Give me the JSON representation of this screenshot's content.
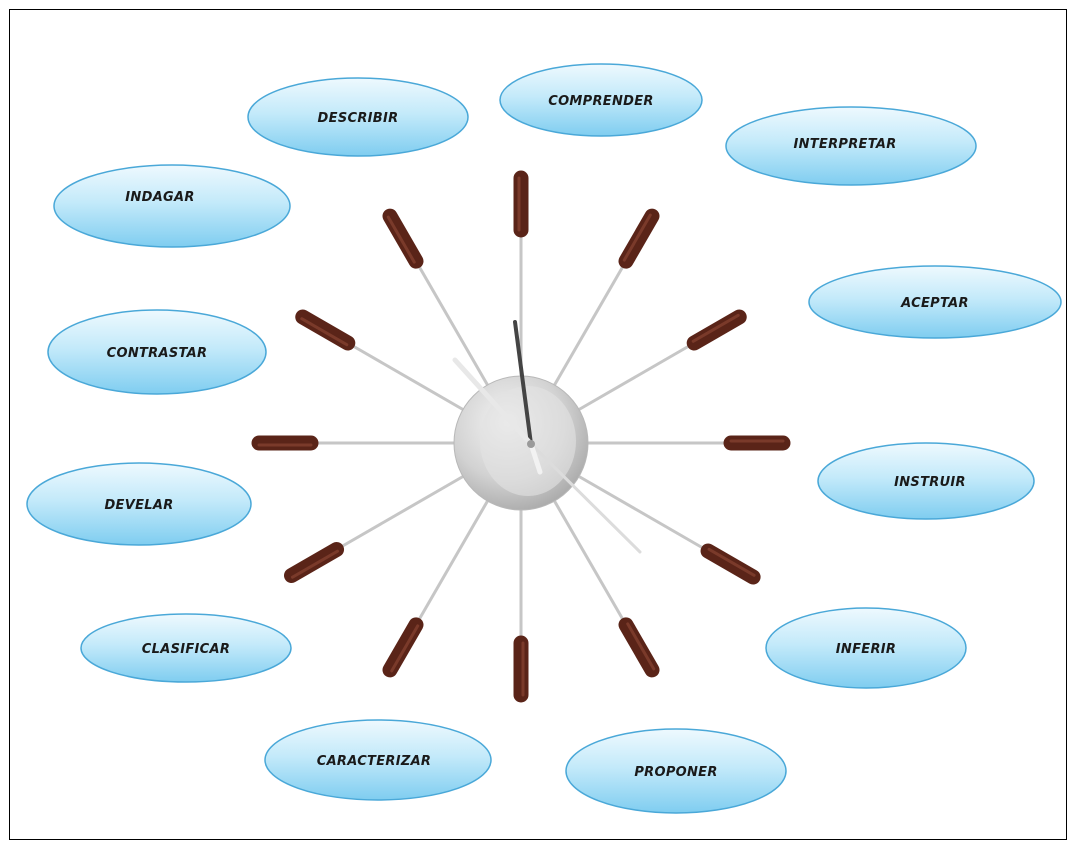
{
  "colors": {
    "bubble_fill_top": "#e9f7fd",
    "bubble_fill_bottom": "#7fd0f0",
    "bubble_stroke": "#4aa8d8",
    "spoke": "#c9c9c9",
    "wood": "#5a2418",
    "hub": "#d7d7d7"
  },
  "image": {
    "subject": "clock"
  },
  "terms": {
    "comprender": "COMPRENDER",
    "describir": "DESCRIBIR",
    "interpretar": "INTERPRETAR",
    "indagar": "INDAGAR",
    "aceptar": "ACEPTAR",
    "contrastar": "CONTRASTAR",
    "instruir": "INSTRUIR",
    "develar": "DEVELAR",
    "inferir": "INFERIR",
    "clasificar": "CLASIFICAR",
    "caracterizar": "CARACTERIZAR",
    "proponer": "PROPONER"
  }
}
